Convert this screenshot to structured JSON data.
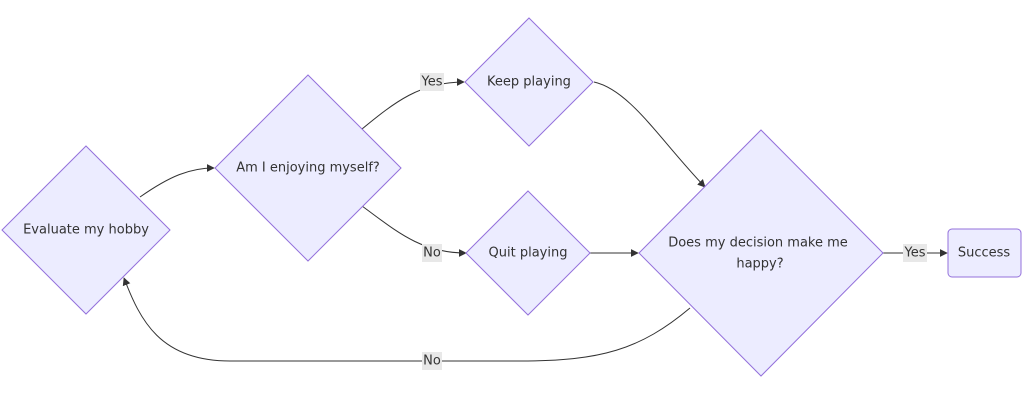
{
  "diagram": {
    "nodes": {
      "evaluate": "Evaluate my hobby",
      "enjoying": "Am I enjoying myself?",
      "keep": "Keep playing",
      "quit": "Quit playing",
      "decision_line1": "Does my decision make me",
      "decision_line2": "happy?",
      "success": "Success"
    },
    "edges": {
      "enjoying_to_keep": "Yes",
      "enjoying_to_quit": "No",
      "decision_to_success": "Yes",
      "decision_to_evaluate": "No"
    }
  },
  "colors": {
    "node_fill": "#ececff",
    "node_stroke": "#9370db",
    "edge_stroke": "#333333",
    "label_background": "#e8e8e8"
  }
}
